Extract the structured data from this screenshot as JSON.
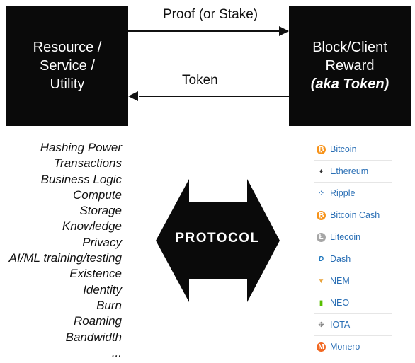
{
  "left_box": {
    "lines": [
      "Resource /",
      "Service /",
      "Utility"
    ]
  },
  "right_box": {
    "lines": [
      "Block/Client",
      "Reward"
    ],
    "italic_line": "(aka Token)"
  },
  "arrows": {
    "top_label": "Proof (or Stake)",
    "bottom_label": "Token"
  },
  "resources": [
    "Hashing Power",
    "Transactions",
    "Business Logic",
    "Compute",
    "Storage",
    "Knowledge",
    "Privacy",
    "AI/ML training/testing",
    "Existence",
    "Identity",
    "Burn",
    "Roaming",
    "Bandwidth",
    "..."
  ],
  "protocol": {
    "label": "PROTOCOL"
  },
  "coins": [
    {
      "name": "Bitcoin",
      "icon": "bitcoin-icon",
      "color": "#f7931a"
    },
    {
      "name": "Ethereum",
      "icon": "ethereum-icon",
      "color": "#333333"
    },
    {
      "name": "Ripple",
      "icon": "ripple-icon",
      "color": "#2a6fb5"
    },
    {
      "name": "Bitcoin Cash",
      "icon": "bitcoin-cash-icon",
      "color": "#f7931a"
    },
    {
      "name": "Litecoin",
      "icon": "litecoin-icon",
      "color": "#a6a6a6"
    },
    {
      "name": "Dash",
      "icon": "dash-icon",
      "color": "#1c75bc"
    },
    {
      "name": "NEM",
      "icon": "nem-icon",
      "color": "#e8a33b"
    },
    {
      "name": "NEO",
      "icon": "neo-icon",
      "color": "#58bf00"
    },
    {
      "name": "IOTA",
      "icon": "iota-icon",
      "color": "#888888"
    },
    {
      "name": "Monero",
      "icon": "monero-icon",
      "color": "#f26822"
    }
  ]
}
